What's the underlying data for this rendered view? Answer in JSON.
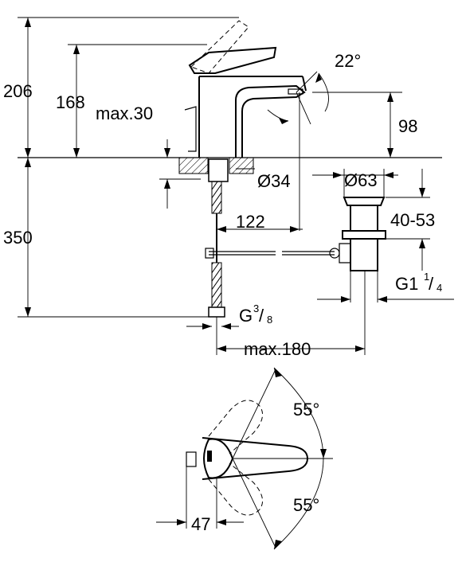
{
  "dimensions": {
    "total_height": "206",
    "spout_height": "168",
    "max_deck": "max.30",
    "lever_angle": "22°",
    "spout_clearance": "98",
    "hole_diameter": "Ø34",
    "waste_diameter": "Ø63",
    "projection": "122",
    "waste_range": "40-53",
    "hose_length": "350",
    "waste_thread_base": "G1",
    "waste_thread_num": "1",
    "waste_thread_den": "4",
    "hose_thread_base": "G",
    "hose_thread_num": "3",
    "hose_thread_den": "8",
    "max_pull": "max.180",
    "rotation_top": "55°",
    "rotation_bottom": "55°",
    "lever_offset": "47"
  }
}
